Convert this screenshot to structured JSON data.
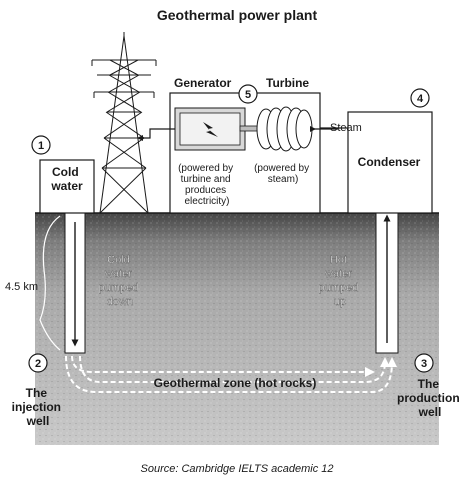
{
  "title": "Geothermal power plant",
  "stage_numbers": [
    "1",
    "2",
    "3",
    "4",
    "5"
  ],
  "labels": {
    "generator": "Generator",
    "turbine": "Turbine",
    "steam": "Steam",
    "condenser": "Condenser",
    "cold_water": [
      "Cold",
      "water"
    ],
    "generator_note": [
      "(powered by",
      "turbine and",
      "produces",
      "electricity)"
    ],
    "turbine_note": [
      "(powered by",
      "steam)"
    ],
    "cold_water_pumped": [
      "Cold",
      "water",
      "pumped",
      "down"
    ],
    "hot_water_pumped": [
      "Hot",
      "water",
      "pumped",
      "up"
    ],
    "depth": "4.5 km",
    "geothermal_zone": "Geothermal zone (hot rocks)",
    "injection_well": [
      "The",
      "injection",
      "well"
    ],
    "production_well": [
      "The",
      "production",
      "well"
    ]
  },
  "source": "Source: Cambridge IELTS academic 12",
  "colors": {
    "ground": "#9a9a9a",
    "ground_dark": "#4a4a4a",
    "line": "#1a1a1a"
  }
}
